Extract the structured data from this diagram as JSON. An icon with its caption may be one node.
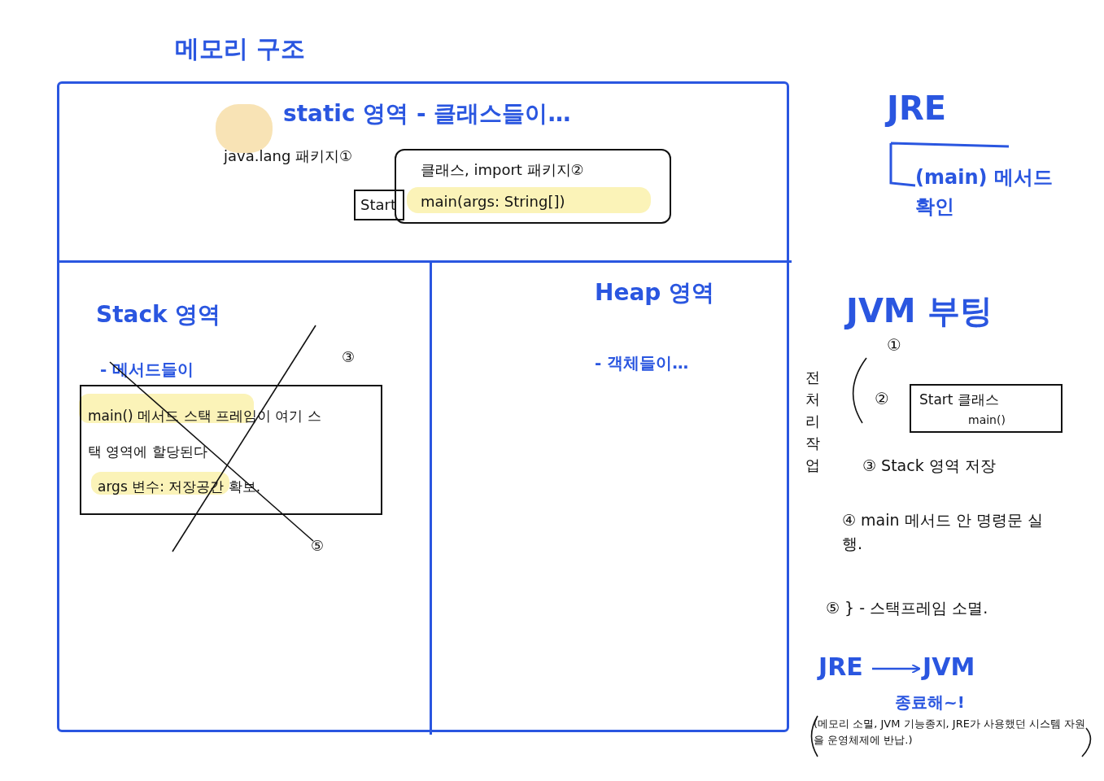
{
  "diagram": {
    "title": "메모리 구조",
    "nodes": [
      {
        "text": [],
        "shape": "box"
      },
      {
        "text": [
          "static 영역 - 클래스들이…"
        ],
        "in": 0
      },
      {
        "text": [
          "Stack 영역",
          "- 메서드들이"
        ],
        "in": 0
      },
      {
        "text": [
          "Heap 영역",
          "- 객체들이…"
        ],
        "in": 0
      },
      {
        "text": [
          "Start"
        ],
        "in": 1
      },
      {
        "text": [
          "클래스, import 패키지②",
          "main(args: String[])"
        ],
        "in": 1
      },
      {
        "text": [
          "main() 메서드 스택 프레임이 여기 스택 영역에 할당된다",
          "args 변수: 저장공간 확보."
        ],
        "in": 2
      },
      {
        "text": [
          "Start 클래스",
          "main()"
        ]
      },
      {
        "text": [
          "JRE"
        ]
      },
      {
        "text": [
          "JVM"
        ]
      }
    ],
    "edges": [
      {
        "from": 8,
        "to": 9,
        "arrow": "to"
      }
    ],
    "labels": [
      "java.lang 패키지①",
      "③",
      "⑤",
      "JRE",
      "(main) 메서드 확인",
      "JVM 부팅",
      "전처리 작업",
      "①",
      "②",
      "③ Stack 영역 저장",
      "④ main 메서드 안 명령문 실행.",
      "⑤ } - 스택프레임 소멸.",
      "종료해~!",
      "(메모리 소멸, JVM 기능종지, JRE가 사용했던 시스템 자원을 운영체제에 반납.)"
    ]
  }
}
